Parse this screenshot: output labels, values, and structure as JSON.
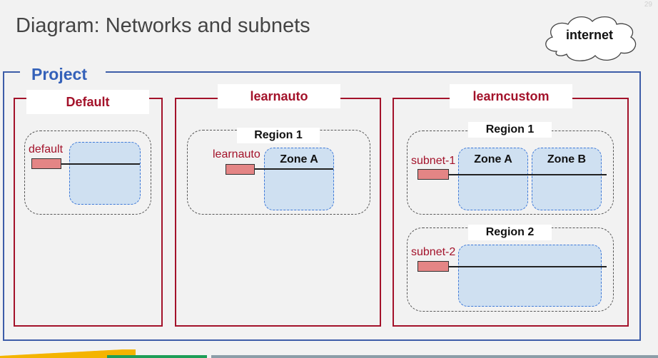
{
  "slide": {
    "title": "Diagram: Networks and subnets",
    "page_number": "29"
  },
  "internet": {
    "label": "internet",
    "icon": "cloud-icon"
  },
  "project": {
    "label": "Project"
  },
  "networks": {
    "default": {
      "label": "Default",
      "subnet_label": "default"
    },
    "learnauto": {
      "label": "learnauto",
      "region_label": "Region 1",
      "zone_label": "Zone A",
      "subnet_label": "learnauto"
    },
    "learncustom": {
      "label": "learncustom",
      "region1_label": "Region 1",
      "zone_a_label": "Zone A",
      "zone_b_label": "Zone B",
      "subnet1_label": "subnet-1",
      "region2_label": "Region 2",
      "subnet2_label": "subnet-2"
    }
  },
  "colors": {
    "project_border": "#3d5da8",
    "project_label": "#3461b9",
    "network_border": "#a3122a",
    "zone_fill": "#cfe0f1",
    "zone_border": "#3d78d8",
    "subnet_fill": "#e48585"
  }
}
